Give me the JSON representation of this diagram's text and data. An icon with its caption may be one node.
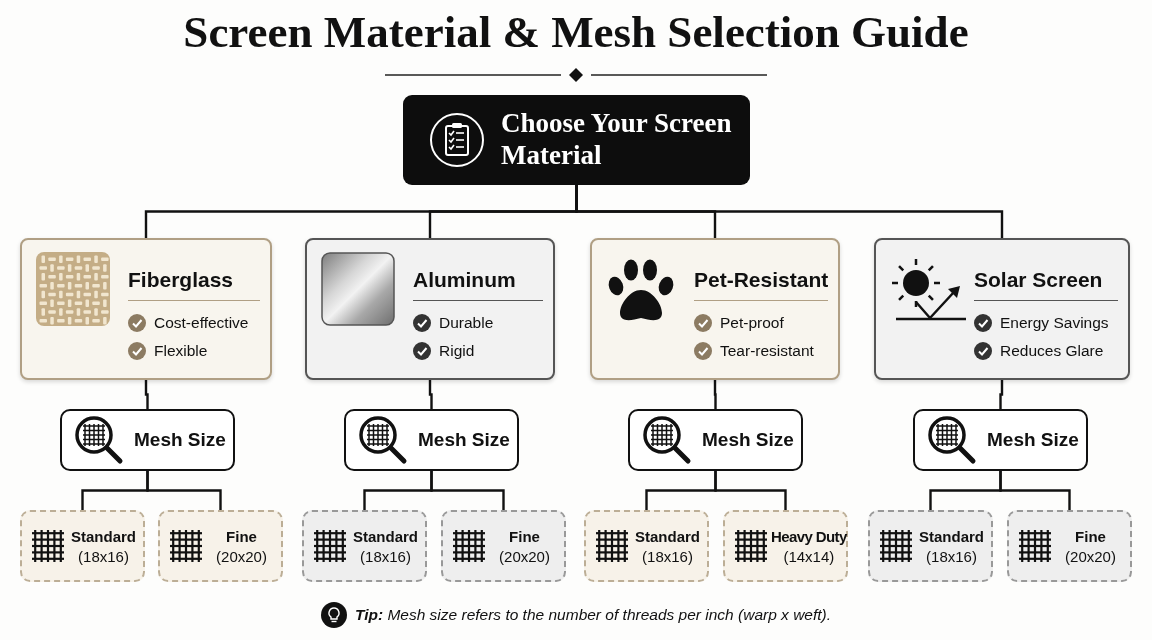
{
  "diagram": {
    "title": "Screen Material & Mesh Selection Guide",
    "nodes": [
      {
        "text": [
          "Choose Your Screen Material"
        ]
      },
      {
        "text": [
          "Fiberglass",
          "Cost-effective",
          "Flexible"
        ]
      },
      {
        "text": [
          "Aluminum",
          "Durable",
          "Rigid"
        ]
      },
      {
        "text": [
          "Pet-Resistant",
          "Pet-proof",
          "Tear-resistant"
        ]
      },
      {
        "text": [
          "Solar Screen",
          "Energy Savings",
          "Reduces Glare"
        ]
      },
      {
        "text": [
          "Mesh Size"
        ]
      },
      {
        "text": [
          "Mesh Size"
        ]
      },
      {
        "text": [
          "Mesh Size"
        ]
      },
      {
        "text": [
          "Mesh Size"
        ]
      },
      {
        "text": [
          "Standard",
          "(18x16)"
        ]
      },
      {
        "text": [
          "Fine",
          "(20x20)"
        ]
      },
      {
        "text": [
          "Standard",
          "(18x16)"
        ]
      },
      {
        "text": [
          "Fine",
          "(20x20)"
        ]
      },
      {
        "text": [
          "Standard",
          "(18x16)"
        ]
      },
      {
        "text": [
          "Heavy Duty",
          "(14x14)"
        ]
      },
      {
        "text": [
          "Standard",
          "(18x16)"
        ]
      },
      {
        "text": [
          "Fine",
          "(20x20)"
        ]
      }
    ],
    "edges": [
      {
        "from": 0,
        "to": 1,
        "arrow": "none"
      },
      {
        "from": 0,
        "to": 2,
        "arrow": "none"
      },
      {
        "from": 0,
        "to": 3,
        "arrow": "none"
      },
      {
        "from": 0,
        "to": 4,
        "arrow": "none"
      },
      {
        "from": 1,
        "to": 5,
        "arrow": "none"
      },
      {
        "from": 2,
        "to": 6,
        "arrow": "none"
      },
      {
        "from": 3,
        "to": 7,
        "arrow": "none"
      },
      {
        "from": 4,
        "to": 8,
        "arrow": "none"
      },
      {
        "from": 5,
        "to": 9,
        "arrow": "none"
      },
      {
        "from": 5,
        "to": 10,
        "arrow": "none"
      },
      {
        "from": 6,
        "to": 11,
        "arrow": "none"
      },
      {
        "from": 6,
        "to": 12,
        "arrow": "none"
      },
      {
        "from": 7,
        "to": 13,
        "arrow": "none"
      },
      {
        "from": 7,
        "to": 14,
        "arrow": "none"
      },
      {
        "from": 8,
        "to": 15,
        "arrow": "none"
      },
      {
        "from": 8,
        "to": 16,
        "arrow": "none"
      }
    ],
    "labels": [
      "**Tip:** Mesh size refers to the number of threads per inch (warp x weft)."
    ]
  }
}
